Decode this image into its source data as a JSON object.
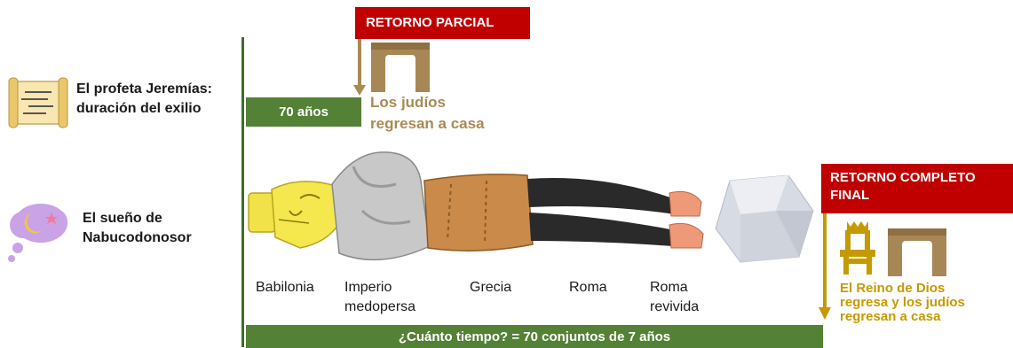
{
  "title": "",
  "partial_return": {
    "banner": "RETORNO PARCIAL",
    "text_line1": "Los judíos",
    "text_line2": "regresan a casa"
  },
  "jeremiah": {
    "line1": "El profeta Jeremías:",
    "line2": "duración del exilio",
    "years_bar": "70 años"
  },
  "dream": {
    "line1": "El sueño de",
    "line2": "Nabucodonosor"
  },
  "kingdoms": [
    "Babilonia",
    "Imperio",
    "medopersa",
    "Grecia",
    "Roma",
    "Roma",
    "revivida"
  ],
  "final_return": {
    "banner_line1": "RETORNO COMPLETO",
    "banner_line2": "FINAL",
    "text_line1": "El Reino de Dios",
    "text_line2": "regresa y los judíos",
    "text_line3": "regresan a casa"
  },
  "total_bar": "¿Cuánto tiempo? = 70 conjuntos de 7 años",
  "colors": {
    "banner_red": "#c00000",
    "bar_green": "#538135",
    "gold": "#c49a00",
    "tan": "#a98a55"
  },
  "icons": [
    "scroll-icon",
    "dream-cloud-icon",
    "gate-icon",
    "throne-icon",
    "stone-icon",
    "statue-icon"
  ]
}
